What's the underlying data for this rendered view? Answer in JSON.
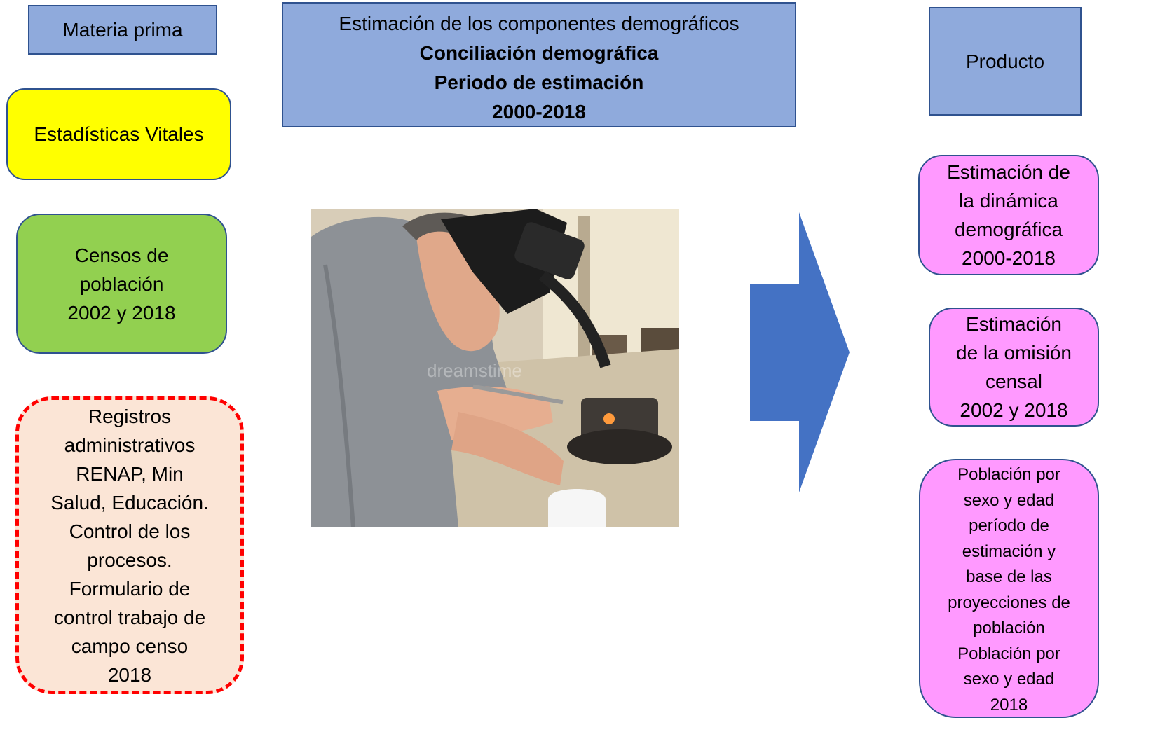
{
  "inputs": {
    "materia_prima": "Materia prima",
    "estadisticas_vitales": "Estadísticas Vitales",
    "censos": [
      "Censos de",
      "población",
      "2002 y 2018"
    ],
    "registros": [
      "Registros",
      "administrativos",
      "RENAP, Min",
      "Salud, Educación.",
      "Control de los",
      "procesos.",
      "Formulario de",
      "control trabajo de",
      "campo censo",
      "2018"
    ]
  },
  "header": {
    "line1": "Estimación de los componentes demográficos",
    "line2": "Conciliación demográfica",
    "line3": "Periodo de estimación",
    "line4": "2000-2018"
  },
  "outputs": {
    "producto": "Producto",
    "dinamica": [
      "Estimación de",
      "la dinámica",
      "demográfica",
      "2000-2018"
    ],
    "omision": [
      "Estimación",
      "de la omisión",
      "censal",
      "2002 y 2018"
    ],
    "poblacion": [
      "Población por",
      "sexo y edad",
      "período de",
      "estimación y",
      "base de las",
      "proyecciones de",
      "población",
      "Población por",
      "sexo y edad",
      "2018"
    ]
  },
  "photo": {
    "watermark": "dreamstime"
  },
  "colors": {
    "blue_box": "#8faadc",
    "yellow_box": "#ffff00",
    "green_box": "#92d050",
    "peach_box": "#fbe5d6",
    "pink_box": "#ff99ff",
    "border": "#2f528f",
    "dashed_border": "#ff0000",
    "arrow": "#4472c4"
  }
}
